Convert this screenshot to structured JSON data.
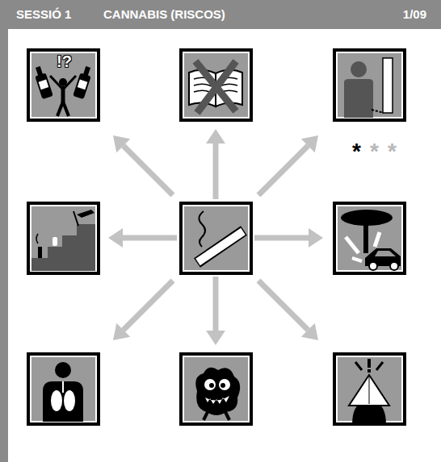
{
  "diagram": {
    "nodes": [
      {
        "text": [
          "SESSIÓ 1",
          "CANNABIS (RISCOS)",
          "1/09"
        ]
      },
      {
        "text": [
          "!?"
        ]
      }
    ],
    "labels": [
      "*",
      "*",
      "*"
    ]
  }
}
